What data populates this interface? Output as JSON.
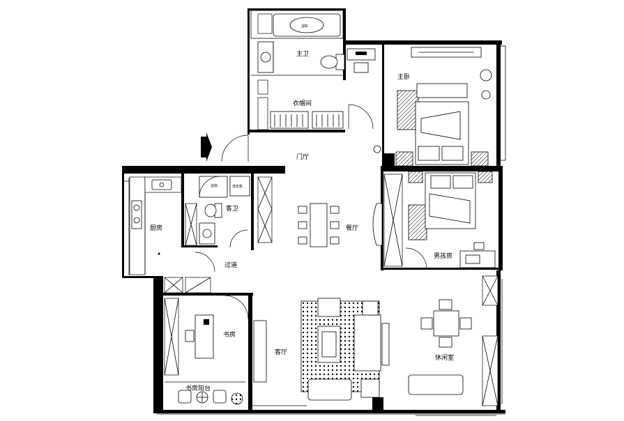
{
  "rooms": {
    "master_bath": "主卫",
    "master_bedroom": "主卧",
    "walk_in_closet": "衣帽间",
    "foyer": "门厅",
    "kitchen": "厨房",
    "guest_bath": "客卫",
    "dining": "餐厅",
    "corridor": "过道",
    "boys_room": "男孩房",
    "study": "书房",
    "living_room": "客厅",
    "leisure_room": "休闲室",
    "study_balcony": "书房阳台"
  },
  "fixtures": {
    "bathtub": "浴缸",
    "bathtub_guest": "浴房",
    "washing_machine": "洗衣机"
  },
  "icons": {
    "entrance": "entrance-arrow-icon"
  }
}
